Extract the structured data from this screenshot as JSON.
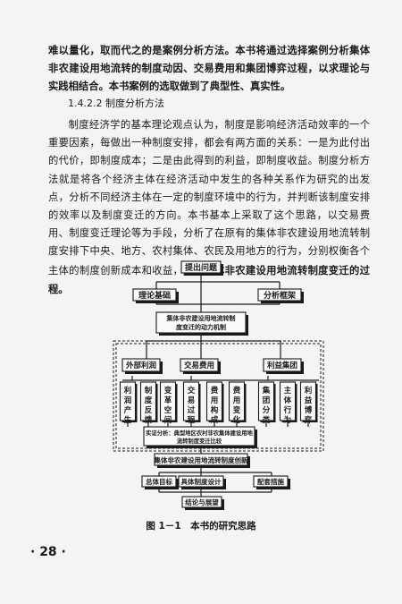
{
  "text": {
    "para1": "难以量化，取而代之的是案例分析方法。本书将通过选择案例分析集体非农建设用地流转的制度动因、交易费用和集团博弈过程，以求理论与实践相结合。本书案例的选取做到了典型性、真实性。",
    "heading": "1.4.2.2  制度分析方法",
    "para2_normal": "制度经济学的基本理论观点认为，制度是影响经济活动效率的一个重要因素，每做出一种制度安排，都会有两方面的关系：一是为此付出的代价，即制度成本；二是由此得到的利益，即制度收益。制度分析方法就是将各个经济主体在经济活动中发生的各种关系作为研究的出发点，分析不同经济主体在一定的制度环境中的行为，并判断该制度安排的效率以及制度变迁的方向。本书基本上采取了这个思路，以交易费用、制度变迁理论等为手段，分析了在原有的集体非农建设用地流转制度安排下中央、地方、农村集体、农民及用地方的行为，分别权衡各个主体的制度创新成本和收益，",
    "para2_bold": "描述集体非农建设用地流转制度变迁的过程。"
  },
  "diagram": {
    "top": "提出问题",
    "theory": "理论基础",
    "framework": "分析框架",
    "mechanism_line1": "集体非农建设用地流转制",
    "mechanism_line2": "度变迁的动力机制",
    "cat1": "外部利润",
    "cat2": "交易费用",
    "cat3": "利益集团",
    "sub": [
      "利润产生",
      "制度反馈",
      "变革空间",
      "交易过程",
      "费用构成",
      "费用变化",
      "集团分类",
      "主体行为",
      "利益博弈"
    ],
    "empirical_line1": "实证分析：典型地区农村非农集体建设用地",
    "empirical_line2": "流转制度变迁比较",
    "innovation": "集体非农建设用地流转制度创新",
    "goal": "总体目标",
    "design": "具体制度设计",
    "measures": "配套措施",
    "conclusion": "结论与展望"
  },
  "caption": "图 1－1　本书的研究思路",
  "page_number": "· 28 ·"
}
